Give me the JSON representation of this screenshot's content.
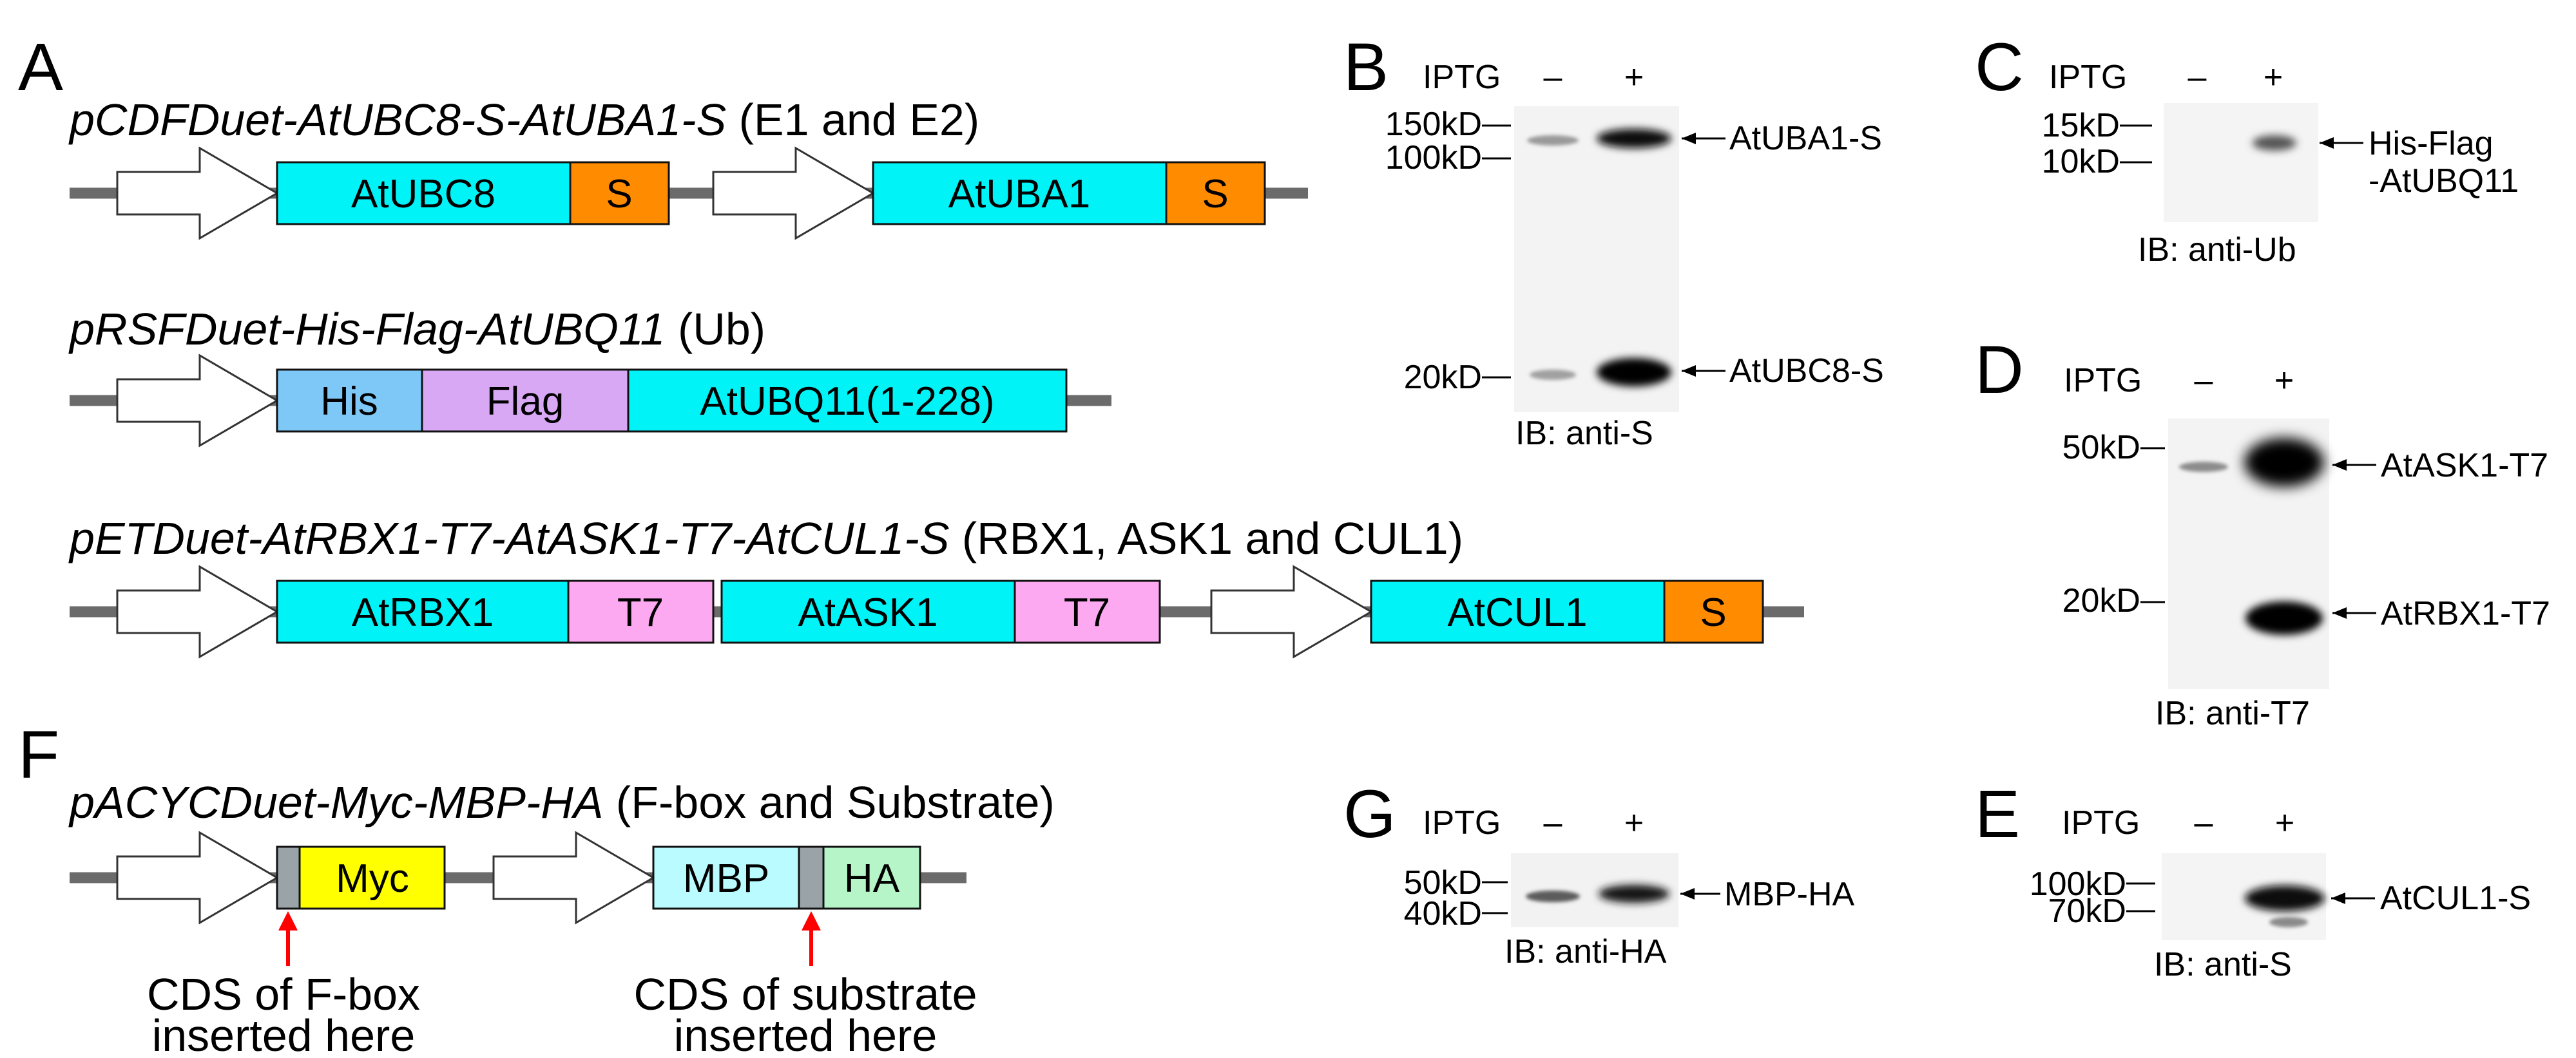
{
  "colors": {
    "cyan": "#00f4f7",
    "orange": "#ff8c00",
    "light_blue": "#7ec8f7",
    "violet": "#d8a8f4",
    "pink": "#fca9f2",
    "yellow": "#ffff00",
    "light_cyan": "#b9fbff",
    "light_green": "#b6f5c8",
    "gray_linker": "#9aa3a8",
    "backbone": "#6b6b6b",
    "arrow_red": "#ff0000"
  },
  "panels": {
    "A": {
      "letter": "A",
      "constructs": [
        {
          "name": "pCDFDuet-AtUBC8-S-AtUBA1-S",
          "note": "(E1 and E2)",
          "boxes": [
            "AtUBC8",
            "S",
            "AtUBA1",
            "S"
          ]
        },
        {
          "name": "pRSFDuet-His-Flag-AtUBQ11",
          "note": "(Ub)",
          "boxes": [
            "His",
            "Flag",
            "AtUBQ11(1-228)"
          ]
        },
        {
          "name": "pETDuet-AtRBX1-T7-AtASK1-T7-AtCUL1-S",
          "note": "(RBX1, ASK1 and CUL1)",
          "boxes": [
            "AtRBX1",
            "T7",
            "AtASK1",
            "T7",
            "AtCUL1",
            "S"
          ]
        }
      ]
    },
    "F": {
      "letter": "F",
      "construct": {
        "name": "pACYCDuet-Myc-MBP-HA",
        "note": "(F-box and Substrate)",
        "boxes": [
          "Myc",
          "MBP",
          "HA"
        ]
      },
      "insert_notes": [
        [
          "CDS of F-box",
          "inserted here"
        ],
        [
          "CDS of substrate",
          "inserted here"
        ]
      ]
    },
    "B": {
      "letter": "B",
      "iptg": "IPTG",
      "lanes": [
        "–",
        "+"
      ],
      "markers": [
        "150kD",
        "100kD",
        "20kD"
      ],
      "bands": [
        "AtUBA1-S",
        "AtUBC8-S"
      ],
      "ib": "IB: anti-S"
    },
    "C": {
      "letter": "C",
      "iptg": "IPTG",
      "lanes": [
        "–",
        "+"
      ],
      "markers": [
        "15kD",
        "10kD"
      ],
      "bands": [
        "His-Flag",
        "-AtUBQ11"
      ],
      "ib": "IB: anti-Ub"
    },
    "D": {
      "letter": "D",
      "iptg": "IPTG",
      "lanes": [
        "–",
        "+"
      ],
      "markers": [
        "50kD",
        "20kD"
      ],
      "bands": [
        "AtASK1-T7",
        "AtRBX1-T7"
      ],
      "ib": "IB: anti-T7"
    },
    "G": {
      "letter": "G",
      "iptg": "IPTG",
      "lanes": [
        "–",
        "+"
      ],
      "markers": [
        "50kD",
        "40kD"
      ],
      "bands": [
        "MBP-HA"
      ],
      "ib": "IB: anti-HA"
    },
    "E": {
      "letter": "E",
      "iptg": "IPTG",
      "lanes": [
        "–",
        "+"
      ],
      "markers": [
        "100kD",
        "70kD"
      ],
      "bands": [
        "AtCUL1-S"
      ],
      "ib": "IB: anti-S"
    }
  }
}
